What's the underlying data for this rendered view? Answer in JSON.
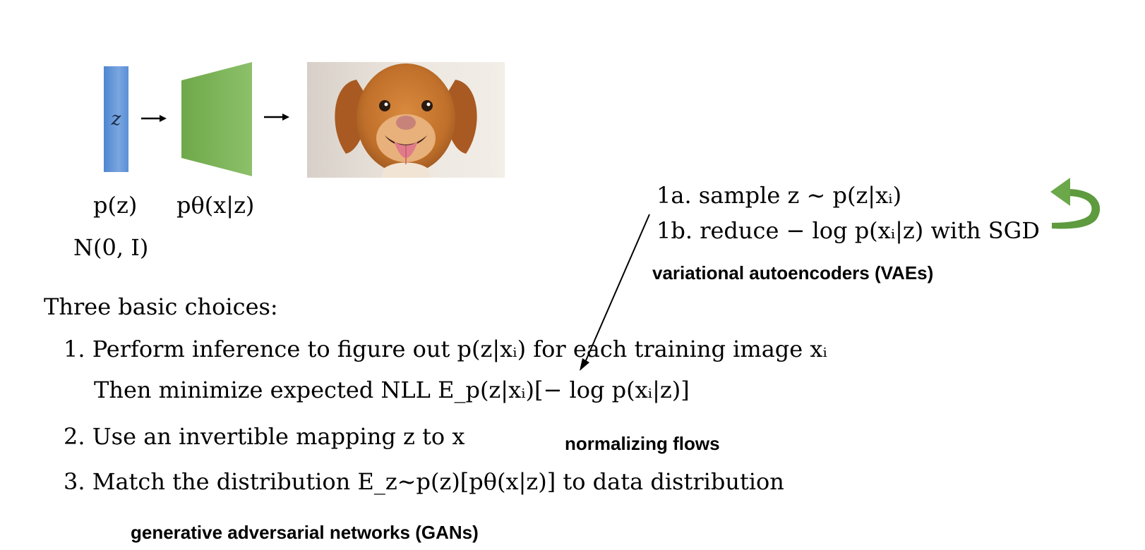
{
  "diagram": {
    "latent_label": "z",
    "prior_label": "p(z)",
    "prior_dist_label": "N(0, I)",
    "decoder_label": "pθ(x|z)",
    "image_alt": "dog photo"
  },
  "annotation": {
    "step_1a": "1a. sample z ∼ p(z|xᵢ)",
    "step_1b": "1b. reduce − log p(xᵢ|z) with SGD",
    "vae_label": "variational autoencoders (VAEs)"
  },
  "choices": {
    "heading": "Three basic choices:",
    "item1_line1": "1. Perform inference to figure out p(z|xᵢ) for each training image xᵢ",
    "item1_line2": "Then minimize expected NLL E_p(z|xᵢ)[− log p(xᵢ|z)]",
    "item2": "2. Use an invertible mapping z to x",
    "item2_label": "normalizing flows",
    "item3": "3. Match the distribution E_z∼p(z)[pθ(x|z)] to data distribution",
    "item3_label": "generative adversarial networks (GANs)"
  },
  "colors": {
    "latent_blue": "#5b8fd6",
    "decoder_green": "#7cb25a",
    "loop_green": "#5e9a3e"
  },
  "icons": {
    "loop_arrow": "curved-return-arrow-icon",
    "pointer_arrow": "pointer-arrow-icon"
  }
}
